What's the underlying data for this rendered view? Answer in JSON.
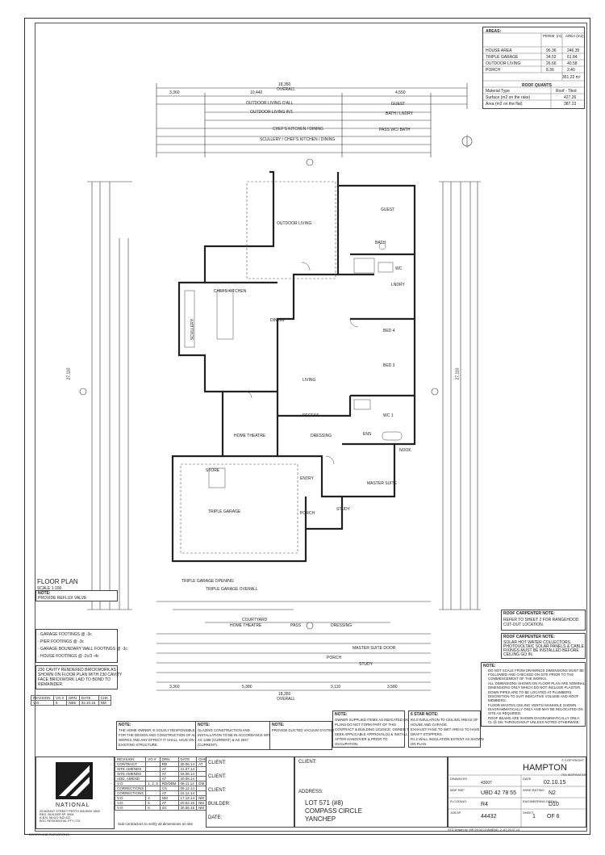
{
  "areas": {
    "title": "AREAS:",
    "col_perim": "PERIM. (m)",
    "col_area": "AREA (m2)",
    "rows": [
      {
        "name": "HOUSE AREA",
        "perim": "96.36",
        "area": "246.35"
      },
      {
        "name": "TRIPLE GARAGE",
        "perim": "34.52",
        "area": "61.84"
      },
      {
        "name": "OUTDOOR LIVING",
        "perim": "26.66",
        "area": "40.58"
      },
      {
        "name": "PORCH",
        "perim": "8.36",
        "area": "2.40"
      }
    ],
    "total": "351.22 m²"
  },
  "roof_quants": {
    "title": "ROOF QUANTS",
    "col_material": "Material Type",
    "col_value": "Roof - Tiled",
    "rows": [
      {
        "name": "Surface (m2 on the rake)",
        "value": "427.26"
      },
      {
        "name": "Area (m2 on the flat)",
        "value": "387.23"
      }
    ]
  },
  "dimensions": {
    "overall_width": "18,350",
    "overall_label": "OVERALL",
    "top_a": "10,440",
    "top_b": "4,550",
    "top_left": "3,360",
    "outdoor_living_overall": "OUTDOOR LIVING O'ALL",
    "outdoor_living_int": "OUTDOOR LIVING INT.",
    "chefs_kitchen": "CHEF'S KITCHEN / DINING",
    "scullery_chefs": "SCULLERY / CHEF'S KITCHEN / DINING",
    "overall_height": "27,110",
    "bottom_overall": "18,350",
    "bottom_a": "3,360",
    "bottom_b": "5,380",
    "bottom_c": "3,110",
    "bottom_d": "3,580",
    "triple_garage_opening": "TRIPLE GARAGE OPENING",
    "triple_garage_overall": "TRIPLE GARAGE OVERALL",
    "courtyard": "COURTYARD",
    "home_theatre": "HOME THEATRE",
    "master_suite_door": "MASTER SUITE DOOR",
    "dressing": "DRESSING",
    "porch": "PORCH",
    "study": "STUDY",
    "pass": "PASS",
    "guest": "GUEST",
    "bath_lndry": "BATH / LNDRY",
    "pass_wc": "PASS WC/ BATH"
  },
  "rooms": {
    "outdoor_living": "OUTDOOR LIVING",
    "chefs_kitchen": "CHEFS KITCHEN",
    "scullery": "SCULLERY",
    "dining": "DINING",
    "living": "LIVING",
    "guest": "GUEST",
    "bath": "BATH",
    "wc": "WC",
    "lndry": "LNDRY",
    "bed4": "BED 4",
    "bed3": "BED 3",
    "wc2": "WC 1",
    "ens": "ENS",
    "nook": "NOOK",
    "home_theatre": "HOME THEATRE",
    "dressing": "DRESSING",
    "master_suite": "MASTER SUITE",
    "study": "STUDY",
    "porch": "PORCH",
    "entry": "ENTRY",
    "triple_garage": "TRIPLE GARAGE",
    "store": "STORE",
    "recess": "RECESS"
  },
  "floor_plan": {
    "title": "FLOOR PLAN",
    "scale": "SCALE 1:100"
  },
  "notes_left": {
    "n1_header": "NOTE:",
    "n1": "PROVIDE REFLUX VALVE",
    "n2": [
      "- GARAGE FOOTINGS @ -3c",
      "- PIER FOOTINGS @ -3c",
      "- GARAGE BOUNDARY WALL FOOTINGS @ -3c",
      "- HOUSE FOOTINGS @ -2c/3 -4c"
    ],
    "n3": [
      "230 CAVITY RENDERED BRICKWORK AS",
      "SHOWN ON FLOOR PLAN WITH 230 CAVITY",
      "FACE BRICKWORK LAID TO BOND TO",
      "REMAINDER."
    ]
  },
  "revision_small": {
    "headers": [
      "REVISION",
      "VO #",
      "DRN",
      "DATE",
      "CHK"
    ],
    "row": [
      "V.O.",
      "8",
      "NBE",
      "02.10.15",
      "NM"
    ]
  },
  "notes_right": {
    "roof_carpenter_1_header": "ROOF CARPENTER NOTE:",
    "roof_carpenter_1": [
      "REFER TO SHEET 2 FOR RANGEHOOD",
      "CUT-OUT LOCATION."
    ],
    "roof_carpenter_2_header": "ROOF CARPENTER NOTE:",
    "roof_carpenter_2": [
      "SOLAR HOT WATER COLLECTORS,",
      "PHOTOVOLTAIC SOLAR PANELS & CABLE",
      "FIXINGS MUST BE INSTALLED BEFORE",
      "CEILING GO IN."
    ],
    "general_header": "NOTE:",
    "general": [
      "DO NOT SCALE FROM DRAWINGS DIMENSIONS MUST BE",
      "FOLLOWED AND CHECKED ON SITE PRIOR TO THE",
      "COMMENCEMENT OF THE WORKS.",
      "ALL DIMENSIONS SHOWN ON FLOOR PLAN ARE NOMINAL",
      "DIMENSIONS ONLY WHICH DO NOT INCLUDE PLASTER.",
      "DOWN PIPES ARE TO BE LOCATED AT PLUMBERS",
      "DISCRETION TO SUIT INDICATIVE VOLUME AND ROOF",
      "MEMBERS.",
      "FLOOR WASTES CEILING VENTS/ MANHOLE SHOWN",
      "DIAGRAMMATICALLY ONLY AND MAY BE RELOCATED ON",
      "SITE AS REQUIRED.",
      "ROOF BEAMS ARE SHOWN DIAGRAMMATICALLY ONLY.",
      "CL @ 28c THROUGHOUT UNLESS NOTED OTHERWISE."
    ]
  },
  "notes_mid": {
    "owner_header": "NOTE:",
    "owner": [
      "OWNER SUPPLIED ITEMS AS INDICATED ON",
      "PLANS DO NOT FORM PART OF THIS",
      "CONTRACT & BUILDING LICENCE. OWNER TO",
      "SEEK APPLICABLE APPROVAL(S) & INSTALL",
      "AFTER HANDOVER & PRIOR TO",
      "OCCUPATION."
    ],
    "star_header": "6 STAR NOTE:",
    "star": [
      "R4.0 INSULATION TO CEILING AREAS OF",
      "HOUSE AND GARAGE.",
      "EXHAUST FANS TO WET AREAS TO HAVE",
      "DRAFT STOPPERS.",
      "R1.2 WALL INSULATION EXTENT AS SHOWN",
      "ON PLAN."
    ]
  },
  "notes_bottom": {
    "a_header": "NOTE:",
    "a": [
      "THE HOME OWNER IS SOLELY RESPONSIBLE",
      "FOR THE DESIGN AND CONSTRUCTION OF ALL FUTURE",
      "WORKS AND ANY EFFECT IT SHALL HAVE ON THE",
      "EXISTING STRUCTURE."
    ],
    "b_header": "NOTE:",
    "b": [
      "GLAZING CONSTRUCTION AND",
      "INSTALLATION TO BE IN ACCORDANCE WITH",
      "AS 1288 (CURRENT) & AS 2047",
      "(CURRENT)."
    ],
    "c_header": "NOTE:",
    "c": [
      "PROVIDE DUCTED VACUUM SYSTEM."
    ]
  },
  "company": {
    "name": "NATIONAL",
    "address": [
      "20 MOUNT STREET PERTH WA 6000 1800",
      "REG. BUILDER Nº: 9904",
      "A.B.N. 56 622 543 422",
      "BGC RESIDENTIAL PTY LTD"
    ],
    "footer": "DOORS AND ELEVATIONS"
  },
  "revision_table": {
    "headers": [
      "REVISION",
      "VO #",
      "DRN",
      "DATE",
      "CHK"
    ],
    "rows": [
      [
        "CONTRACT",
        "",
        "RD",
        "30.06.14",
        "AT"
      ],
      [
        "SITE AMENDS",
        "",
        "AT",
        "21.07.14",
        ""
      ],
      [
        "SITE AMENDS",
        "",
        "AT",
        "15.08.14",
        ""
      ],
      [
        "ADD. AMEND",
        "",
        "AT",
        "20.08.14",
        ""
      ],
      [
        "V.O.",
        "1, 2, 3",
        "RD/DBM",
        "08.11.14",
        "GM"
      ],
      [
        "CORRECTIONS",
        "",
        "CS",
        "05.12.14",
        ""
      ],
      [
        "CORRECTIONS",
        "",
        "AT",
        "16.12.14",
        ""
      ],
      [
        "V.O.",
        "4",
        "NM",
        "17.12.14",
        "NM"
      ],
      [
        "V.O.",
        "5",
        "AT",
        "20.02.15",
        "NM"
      ],
      [
        "V.O.",
        "6",
        "SC",
        "30.06.15",
        "NM"
      ]
    ],
    "footer": "Sub-contractors to verify all dimensions on site"
  },
  "signatures": {
    "client1": "CLIENT:",
    "client2": "CLIENT:",
    "client3": "CLIENT:",
    "builder": "BUILDER:",
    "date": "DATE:"
  },
  "client_block": {
    "client_label": "CLIENT:",
    "address_label": "ADDRESS:",
    "address": [
      "LOT 571 (#8)",
      "COMPASS CIRCLE",
      "YANCHEP"
    ]
  },
  "title_block": {
    "copyright": "© COPYRIGHT",
    "design": "HAMPTON",
    "design_sub": "ITM INSPIRATION",
    "drawn_by_label": "DRAWN BY",
    "drawn_by": "43007",
    "date_label": "DATE",
    "date": "02.10.15",
    "map_ref_label": "MAP REF",
    "map_ref": "UBD 42 78 55",
    "wind_label": "WIND RATING",
    "wind": "N2",
    "coding_label": "R-CODING",
    "coding": "R4",
    "class_label": "ENGINEERING DETAIL",
    "class": "D10",
    "job_label": "JOB Nº",
    "job": "44432",
    "sheet_label": "SHEET",
    "sheet_no": "1",
    "sheet_of": "OF 6",
    "footer": "STD Drawn by: HR 09.04.13   AMEND. 2: AT 25.07.13"
  },
  "colors": {
    "line": "#333333",
    "background": "#ffffff"
  }
}
